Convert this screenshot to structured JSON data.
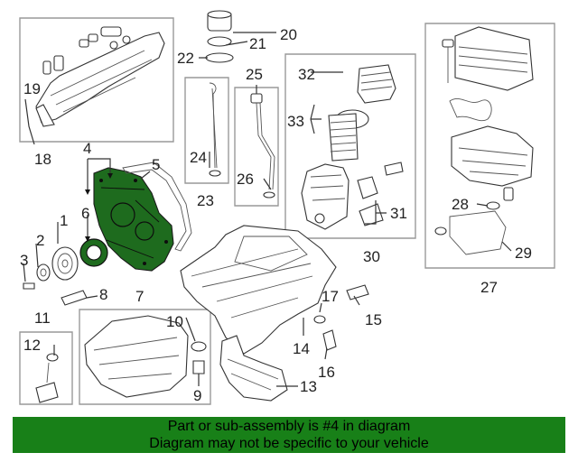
{
  "diagram": {
    "highlight_color": "#1e6b1e",
    "callouts": {
      "c1": "1",
      "c2": "2",
      "c3": "3",
      "c4": "4",
      "c5": "5",
      "c6": "6",
      "c7": "7",
      "c8": "8",
      "c9": "9",
      "c10": "10",
      "c11": "11",
      "c12": "12",
      "c13": "13",
      "c14": "14",
      "c15": "15",
      "c16": "16",
      "c17": "17",
      "c18": "18",
      "c19": "19",
      "c20": "20",
      "c21": "21",
      "c22": "22",
      "c23": "23",
      "c24": "24",
      "c25": "25",
      "c26": "26",
      "c27": "27",
      "c28": "28",
      "c29": "29",
      "c30": "30",
      "c31": "31",
      "c32": "32",
      "c33": "33"
    }
  },
  "banner": {
    "color": "#188018",
    "line1": "Part or sub-assembly is #4 in diagram",
    "line2": "Diagram may not be specific to your vehicle"
  }
}
